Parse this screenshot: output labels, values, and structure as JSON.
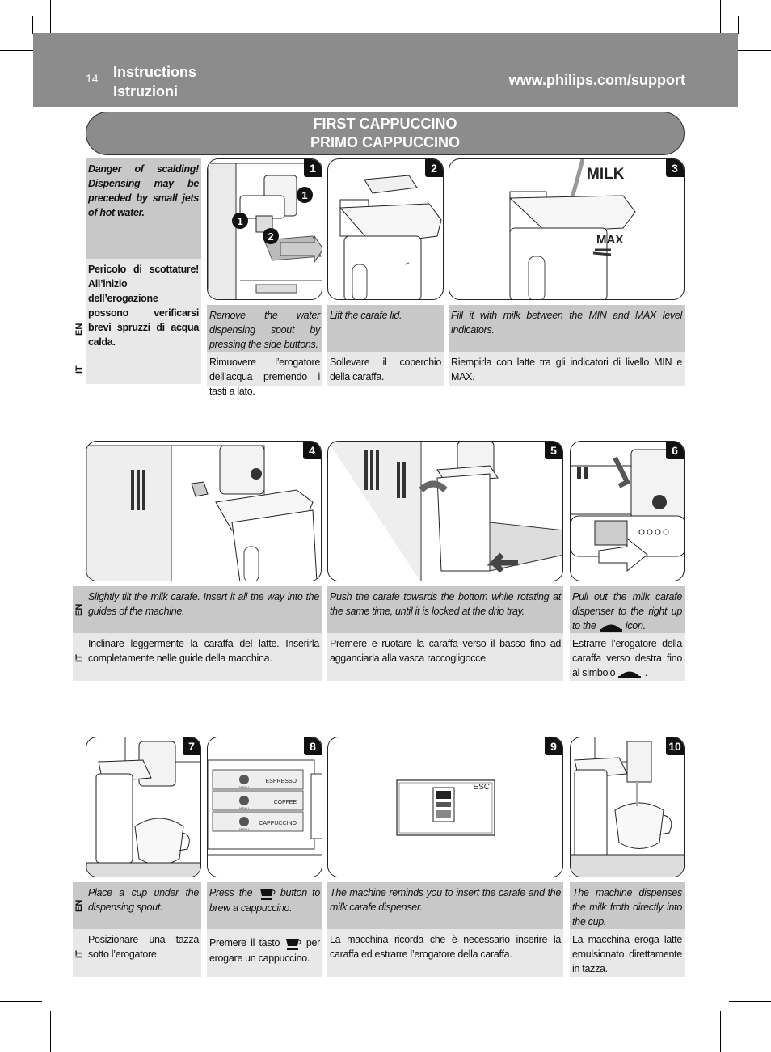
{
  "header": {
    "page_number": "14",
    "title_en": "Instructions",
    "title_it": "Istruzioni",
    "url": "www.philips.com/support"
  },
  "banner": {
    "title_en": "FIRST CAPPUCCINO",
    "title_it": "PRIMO CAPPUCCINO"
  },
  "warning": {
    "en": "Danger of scalding! Dispensing may be preceded by small jets of hot water.",
    "it": "Pericolo di scottature! All’inizio dell’erogazione possono verificarsi brevi spruzzi di acqua calda."
  },
  "lang": {
    "en": "EN",
    "it": "IT"
  },
  "steps": [
    {
      "num": "1",
      "en": "Remove the water dispensing spout by pressing the side buttons.",
      "it": "Rimuovere l’erogatore dell’acqua premendo i tasti a lato."
    },
    {
      "num": "2",
      "en": "Lift the carafe lid.",
      "it": "Sollevare il coperchio della caraffa."
    },
    {
      "num": "3",
      "en": "Fill it with milk between the MIN and MAX level indicators.",
      "it": "Riempirla con latte tra gli indicatori di livello MIN e MAX."
    },
    {
      "num": "4",
      "en": "Slightly tilt the milk carafe. Insert it all the way into the guides of the machine.",
      "it": "Inclinare leggermente la caraffa del latte. Inserirla completamente nelle guide della macchina."
    },
    {
      "num": "5",
      "en": "Push the carafe towards the bottom while rotating at the same time, until it is locked at the drip tray.",
      "it": "Premere e ruotare la caraffa verso il basso fino ad agganciarla alla vasca raccogligocce."
    },
    {
      "num": "6",
      "en_a": "Pull out the milk carafe dispenser to the right up to the",
      "en_b": "icon.",
      "it_a": "Estrarre l’erogatore della caraffa verso destra fino al simbolo",
      "it_b": "."
    },
    {
      "num": "7",
      "en": "Place a cup under the dispensing spout.",
      "it": "Posizionare una tazza sotto l’erogatore."
    },
    {
      "num": "8",
      "en_a": "Press the",
      "en_b": "button to brew a cappuccino.",
      "it_a": "Premere il tasto",
      "it_b": "per erogare un cappuccino."
    },
    {
      "num": "9",
      "en": "The machine reminds you to insert the carafe and the milk carafe dispenser.",
      "it": "La macchina ricorda che è necessario inserire la caraffa ed estrarre l’erogatore della caraffa."
    },
    {
      "num": "10",
      "en": "The machine dispenses the milk froth directly into the cup.",
      "it": "La macchina eroga latte emulsionato direttamente in tazza."
    }
  ],
  "illustration_labels": {
    "milk": "MILK",
    "max": "MAX",
    "espresso": "ESPRESSO",
    "coffee": "COFFEE",
    "cappuccino": "CAPPUCCINO",
    "menu": "MENU",
    "esc": "ESC",
    "callout_1": "1",
    "callout_2": "2"
  }
}
